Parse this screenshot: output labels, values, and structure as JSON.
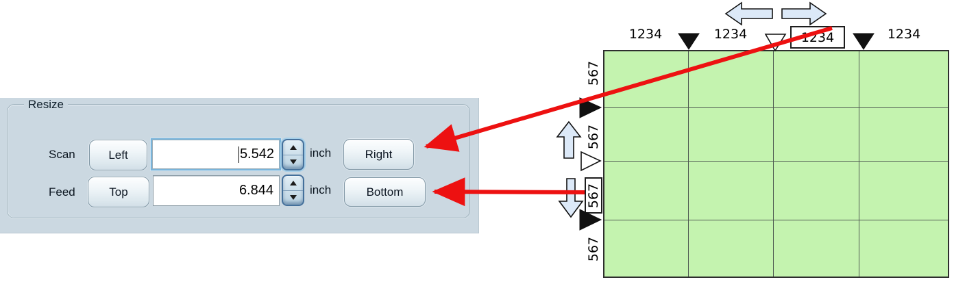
{
  "panel": {
    "title": "Resize",
    "rows": [
      {
        "label": "Scan",
        "start_button": "Left",
        "value": "5.542",
        "unit": "inch",
        "end_button": "Right"
      },
      {
        "label": "Feed",
        "start_button": "Top",
        "value": "6.844",
        "unit": "inch",
        "end_button": "Bottom"
      }
    ]
  },
  "diagram": {
    "top_labels": [
      "1234",
      "1234",
      "1234",
      "1234"
    ],
    "side_labels": [
      "567",
      "567",
      "567",
      "567"
    ],
    "boxed_top_label_index": 2,
    "boxed_side_label_index": 2,
    "icons": {
      "move-left-icon": "block arrow pointing left",
      "move-right-icon": "block arrow pointing right",
      "move-up-icon": "block arrow pointing up",
      "move-down-icon": "block arrow pointing down",
      "marker-filled-icon": "black triangle divider marker",
      "marker-outline-icon": "white triangle divider marker"
    }
  },
  "colors": {
    "panel_bg": "#cbd8e1",
    "grid_fill": "#c4f3af",
    "grid_line": "#4f5a52",
    "block_arrow_fill": "#dce9f8",
    "focus_ring": "#79b4da",
    "annotation_red": "#ed1111"
  }
}
